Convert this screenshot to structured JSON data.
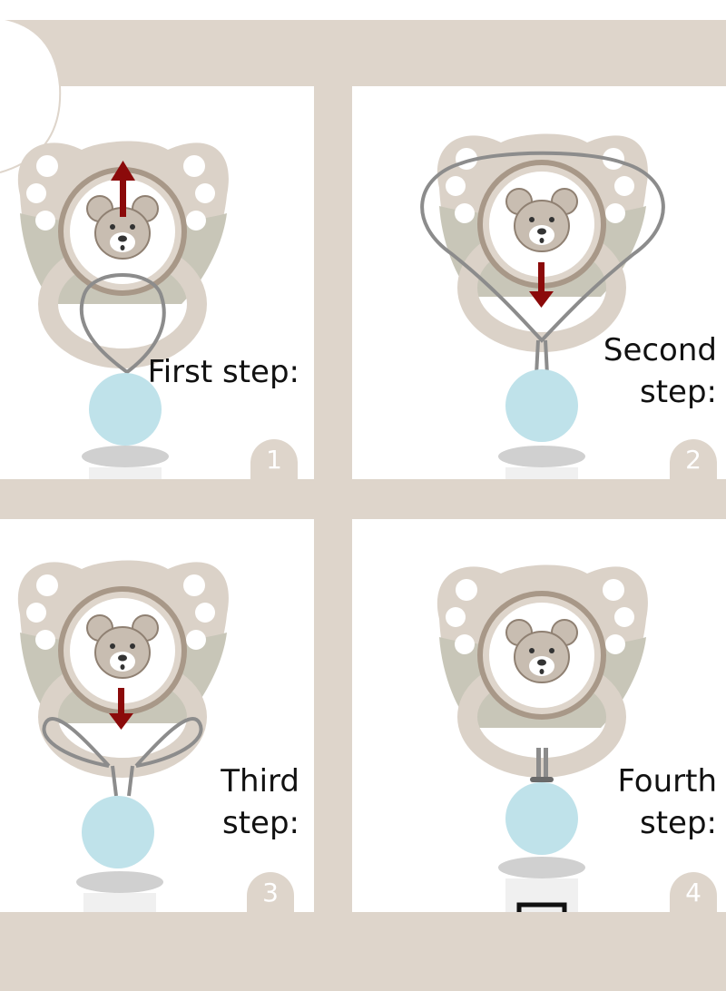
{
  "colors": {
    "frame": "#ded5cb",
    "shield": "#dbd2c8",
    "shield_shade": "#c8c6b8",
    "ring_stroke": "#a89888",
    "bead": "#bfe2ea",
    "cord": "#8c8c8c",
    "arrow": "#8b0a0a"
  },
  "steps": [
    {
      "label_lines": [
        "First step:"
      ],
      "number": "1"
    },
    {
      "label_lines": [
        "Second",
        "step:"
      ],
      "number": "2"
    },
    {
      "label_lines": [
        "Third",
        "step:"
      ],
      "number": "3"
    },
    {
      "label_lines": [
        "Fourth",
        "step:"
      ],
      "number": "4"
    }
  ]
}
